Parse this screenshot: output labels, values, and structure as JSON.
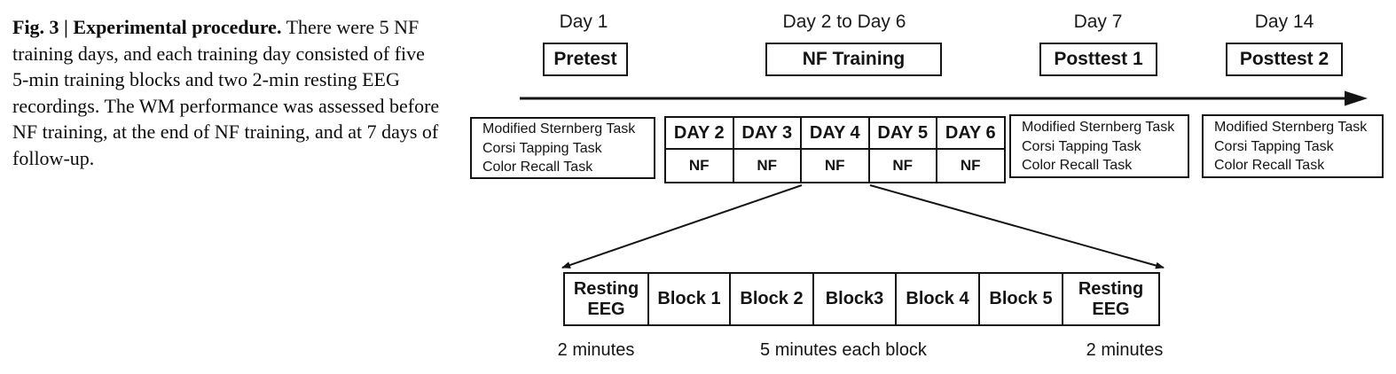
{
  "figure_caption": {
    "label": "Fig. 3 | Experimental procedure.",
    "body": "There were 5 NF training days, and each training day consisted of five 5-min training blocks and two 2-min resting EEG recordings. The WM performance was assessed before NF training, at the end of NF training, and at 7 days of follow-up."
  },
  "timeline": {
    "phases": [
      {
        "day": "Day 1",
        "label": "Pretest"
      },
      {
        "day": "Day 2 to Day 6",
        "label": "NF Training"
      },
      {
        "day": "Day 7",
        "label": "Posttest 1"
      },
      {
        "day": "Day 14",
        "label": "Posttest 2"
      }
    ]
  },
  "assessment_boxes": {
    "pretest_tasks": [
      "Modified Sternberg Task",
      "Corsi Tapping Task",
      "Color Recall Task"
    ],
    "posttest1_tasks": [
      "Modified Sternberg Task",
      "Corsi Tapping Task",
      "Color Recall Task"
    ],
    "posttest2_tasks": [
      "Modified Sternberg Task",
      "Corsi Tapping Task",
      "Color Recall Task"
    ]
  },
  "training_table": {
    "day_headers": [
      "DAY 2",
      "DAY 3",
      "DAY 4",
      "DAY 5",
      "DAY 6"
    ],
    "activity_cells": [
      "NF",
      "NF",
      "NF",
      "NF",
      "NF"
    ]
  },
  "daily_session": {
    "blocks": [
      "Resting EEG",
      "Block 1",
      "Block 2",
      "Block3",
      "Block 4",
      "Block 5",
      "Resting EEG"
    ],
    "durations": [
      "2 minutes",
      "5 minutes each block",
      "2 minutes"
    ]
  }
}
